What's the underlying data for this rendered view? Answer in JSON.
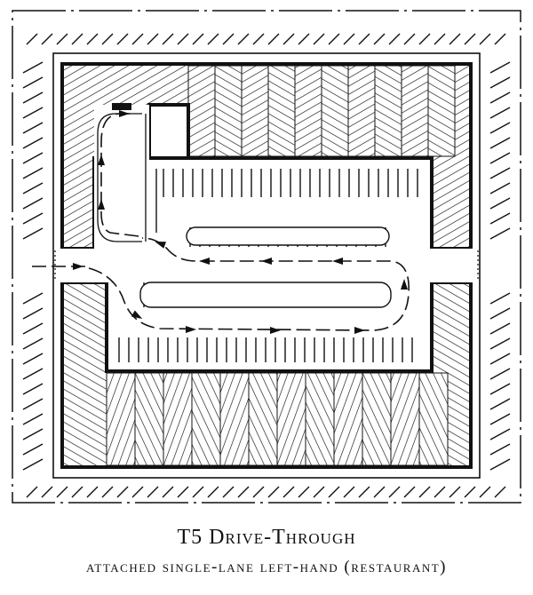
{
  "figure": {
    "title": "T5 Drive-Through",
    "subtitle": "attached single-lane left-hand (restaurant)"
  },
  "colors": {
    "ink": "#111111",
    "paper": "#ffffff"
  },
  "icons": {
    "flow_arrow": "arrowhead",
    "building_fill": "diagonal-hatching",
    "site_edge": "tick-hatching"
  }
}
